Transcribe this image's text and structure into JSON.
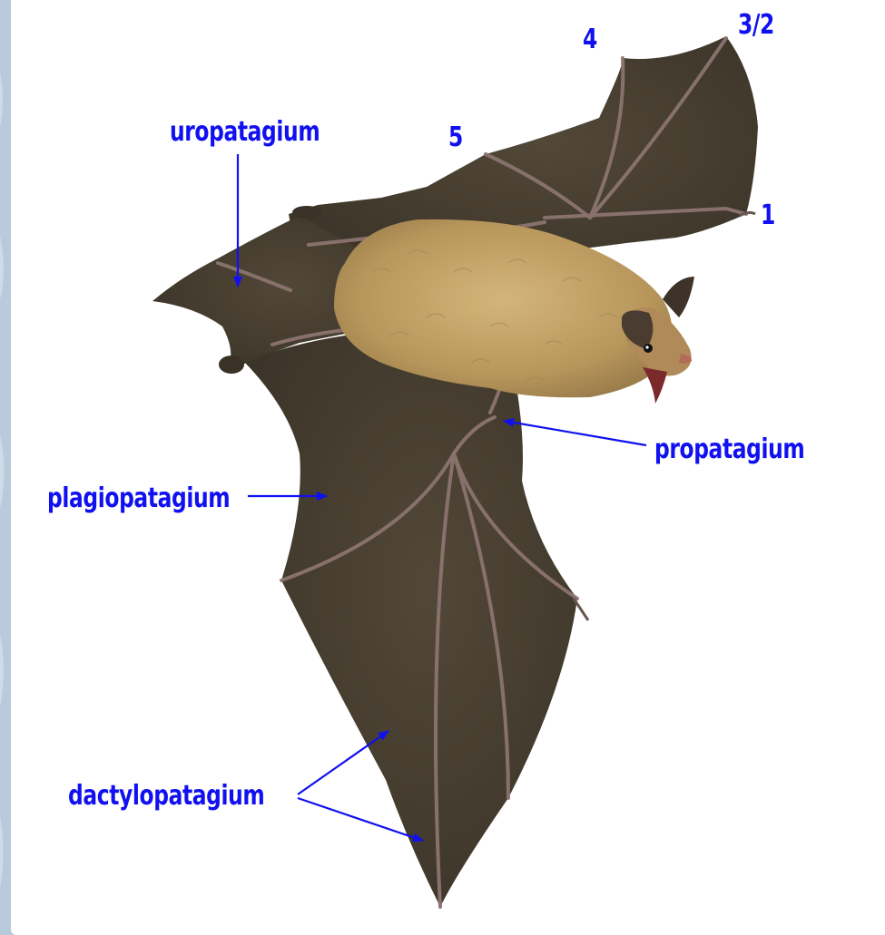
{
  "diagram": {
    "labels": {
      "uropatagium": "uropatagium",
      "propatagium": "propatagium",
      "plagiopatagium": "plagiopatagium",
      "dactylopatagium": "dactylopatagium"
    },
    "digits": {
      "d1": "1",
      "d32": "3/2",
      "d4": "4",
      "d5": "5"
    },
    "colors": {
      "label": "#1010f0",
      "arrow": "#1010f0",
      "membrane": "#4a4234",
      "bones": "#8c7470",
      "fur": "#c9a86a",
      "background": "#ffffff",
      "frame": "#b8cadc"
    }
  }
}
